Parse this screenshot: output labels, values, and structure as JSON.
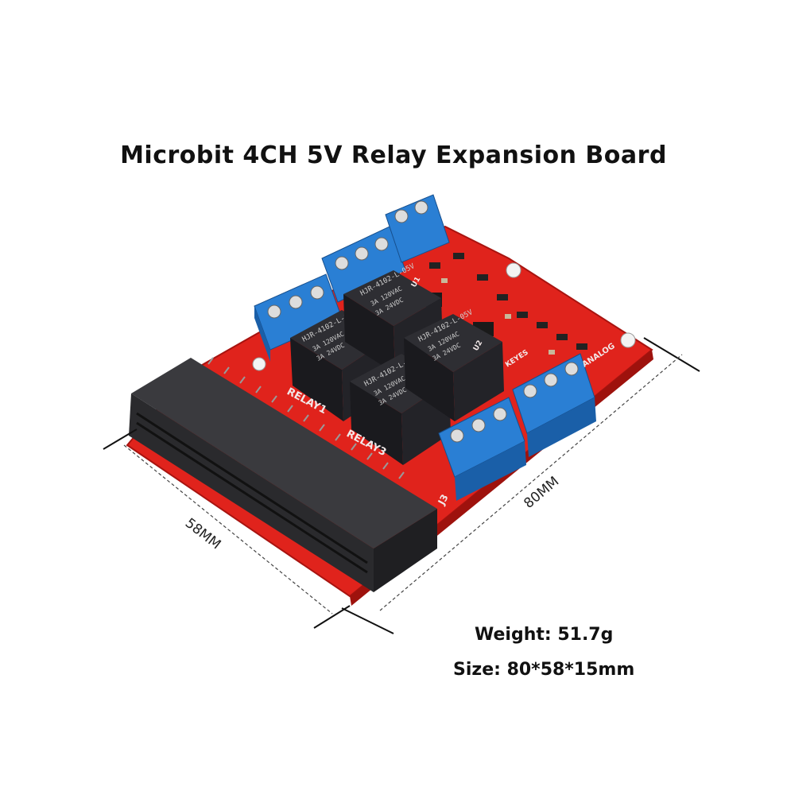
{
  "title": "Microbit 4CH 5V Relay Expansion Board",
  "specs": {
    "weight": "Weight: 51.7g",
    "size": "Size: 80*58*15mm"
  },
  "dimensions": {
    "width_label": "58MM",
    "length_label": "80MM"
  },
  "silkscreen": {
    "relay1": "RELAY1",
    "relay3": "RELAY3",
    "j3": "J3",
    "analog": "ANALOG",
    "brand": "KEYES",
    "u1": "U1",
    "u2": "U2"
  },
  "relays": [
    {
      "model": "HJR-4102-L-05V",
      "line1": "3A 120VAC",
      "line2": "3A 24VDC"
    },
    {
      "model": "HJR-4102-L-05V",
      "line1": "3A 120VAC",
      "line2": "3A 24VDC"
    },
    {
      "model": "HJR-4102-L-05V",
      "line1": "3A 120VAC",
      "line2": "3A 24VDC"
    },
    {
      "model": "HJR-4102-L-05V",
      "line1": "3A 120VAC",
      "line2": "3A 24VDC"
    }
  ],
  "colors": {
    "pcb": "#e0231c",
    "pcb_dark": "#b5150f",
    "terminal": "#2a7fd4",
    "terminal_dark": "#1a5fa8",
    "relay": "#1e1e22",
    "connector": "#3a3a3e"
  }
}
